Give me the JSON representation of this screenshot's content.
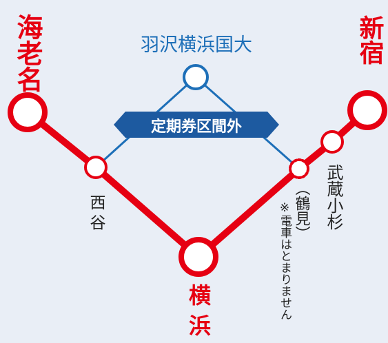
{
  "colors": {
    "background": "#e9eef6",
    "main_line": "#e60012",
    "branch_line": "#1d6fb8",
    "banner_fill": "#1d5aa0",
    "banner_text": "#ffffff",
    "station_fill": "#ffffff"
  },
  "stations": {
    "ebina": "海老名",
    "shinjuku": "新宿",
    "yokohama": "横浜",
    "nishiya": "西谷",
    "musashikosugi": "武蔵小杉",
    "tsurumi": "（鶴見）",
    "hazawa_yokohama_kokudai": "羽沢横浜国大"
  },
  "banner_label": "定期券区間外",
  "note": "※電車はとまりません"
}
